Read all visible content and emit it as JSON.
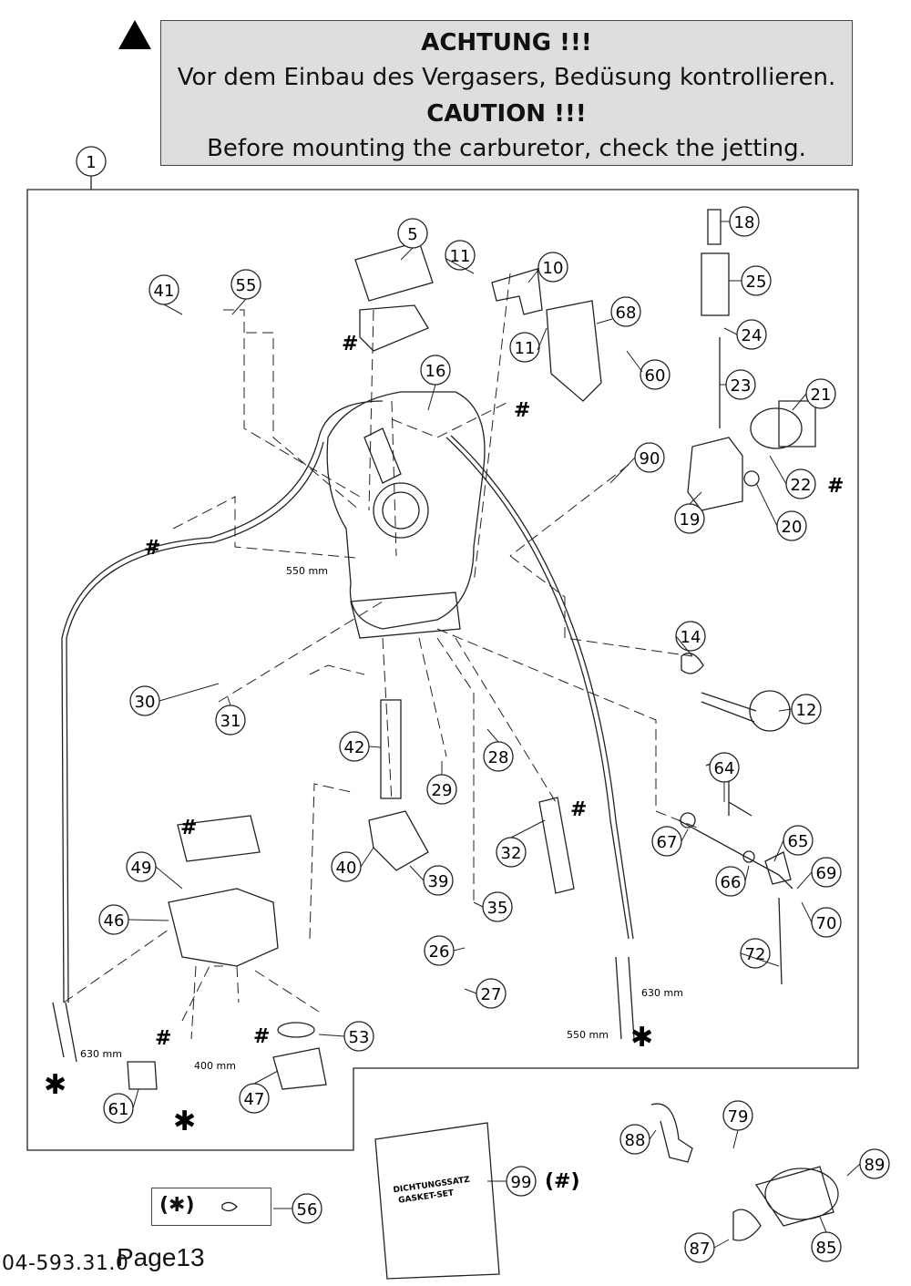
{
  "warning": {
    "title_de": "ACHTUNG !!!",
    "text_de": "Vor dem Einbau des Vergasers, Bedüsung kontrollieren.",
    "title_en": "CAUTION !!!",
    "text_en": "Before mounting the carburetor, check the jetting."
  },
  "parts": [
    "1",
    "5",
    "10",
    "11",
    "11",
    "12",
    "14",
    "16",
    "18",
    "19",
    "20",
    "21",
    "22",
    "23",
    "24",
    "25",
    "26",
    "27",
    "28",
    "29",
    "30",
    "31",
    "32",
    "35",
    "39",
    "40",
    "41",
    "42",
    "46",
    "47",
    "49",
    "53",
    "55",
    "56",
    "60",
    "61",
    "64",
    "65",
    "66",
    "67",
    "68",
    "69",
    "70",
    "72",
    "79",
    "85",
    "87",
    "88",
    "89",
    "90",
    "99"
  ],
  "labels": {
    "hash": "#",
    "star": "✱",
    "len_550a": "550 mm",
    "len_550b": "550 mm",
    "len_630a": "630 mm",
    "len_630b": "630 mm",
    "len_400": "400 mm",
    "gasket_de": "DICHTUNGSSATZ",
    "gasket_en": "GASKET-SET",
    "gasket_ref": "(#)",
    "star_ref": "(✱)"
  },
  "footer": {
    "code": "04-593.31.0",
    "page": "Page13"
  }
}
